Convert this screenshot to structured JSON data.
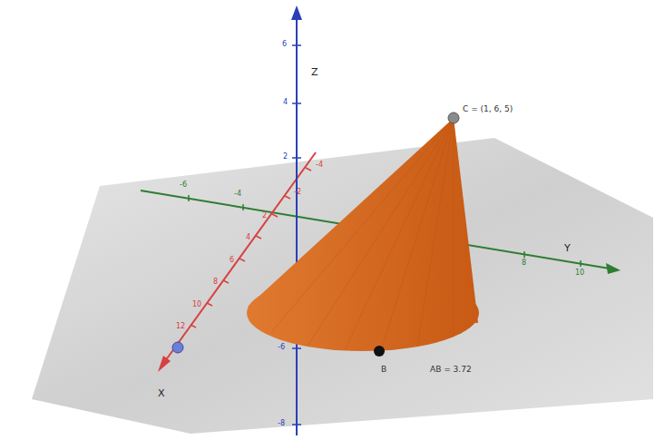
{
  "diagram": {
    "labels": [
      "Z",
      "Y",
      "X",
      "C = (1, 6, 5)",
      "B",
      "AB = 3.72",
      "6",
      "4",
      "2",
      "-6",
      "-8",
      "-4",
      "-2",
      "2",
      "4",
      "6",
      "8",
      "10",
      "12",
      "-6",
      "-4",
      "8",
      "10"
    ]
  }
}
